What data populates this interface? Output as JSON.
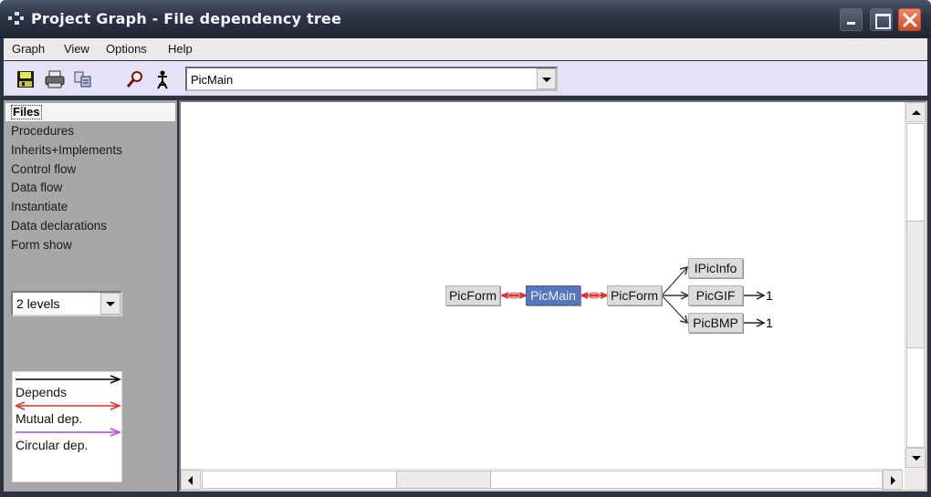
{
  "window": {
    "title": "Project Graph - File dependency tree",
    "controls": [
      "minimize",
      "maximize",
      "close"
    ]
  },
  "menubar": {
    "items": [
      {
        "label": "Graph"
      },
      {
        "label": "View"
      },
      {
        "label": "Options"
      },
      {
        "label": "Help"
      }
    ]
  },
  "toolbar": {
    "icons": [
      "save-icon",
      "print-icon",
      "copy-icon",
      "find-icon",
      "locate-icon"
    ],
    "selector": {
      "value": "PicMain"
    }
  },
  "sidebar": {
    "selected_view": "Files",
    "views": [
      {
        "label": "Procedures"
      },
      {
        "label": "Inherits+Implements"
      },
      {
        "label": "Control flow"
      },
      {
        "label": "Data flow"
      },
      {
        "label": "Instantiate"
      },
      {
        "label": "Data declarations"
      },
      {
        "label": "Form show"
      }
    ],
    "levels": {
      "value": "2 levels"
    },
    "legend": {
      "items": [
        {
          "label": "Depends",
          "color": "#000000",
          "style": "arrow"
        },
        {
          "label": "Mutual dep.",
          "color": "#e03030",
          "style": "double-arrow"
        },
        {
          "label": "Circular dep.",
          "color": "#c040e0",
          "style": "arrow"
        }
      ]
    }
  },
  "graph": {
    "nodes": [
      {
        "id": "n1",
        "label": "PicForm",
        "selected": false
      },
      {
        "id": "n2",
        "label": "PicMain",
        "selected": true
      },
      {
        "id": "n3",
        "label": "PicForm",
        "selected": false
      },
      {
        "id": "n4",
        "label": "IPicInfo",
        "selected": false
      },
      {
        "id": "n5",
        "label": "PicGIF",
        "selected": false,
        "more_count": "1"
      },
      {
        "id": "n6",
        "label": "PicBMP",
        "selected": false,
        "more_count": "1"
      }
    ],
    "edges": [
      {
        "from": "n1",
        "to": "n2",
        "type": "mutual"
      },
      {
        "from": "n2",
        "to": "n3",
        "type": "mutual"
      },
      {
        "from": "n3",
        "to": "n4",
        "type": "depends"
      },
      {
        "from": "n3",
        "to": "n5",
        "type": "depends"
      },
      {
        "from": "n3",
        "to": "n6",
        "type": "depends"
      }
    ],
    "colors": {
      "selected_node": "#5578bd",
      "node": "#dcdcdc",
      "mutual": "#e03030",
      "depends": "#000000",
      "circular": "#c040e0"
    }
  }
}
